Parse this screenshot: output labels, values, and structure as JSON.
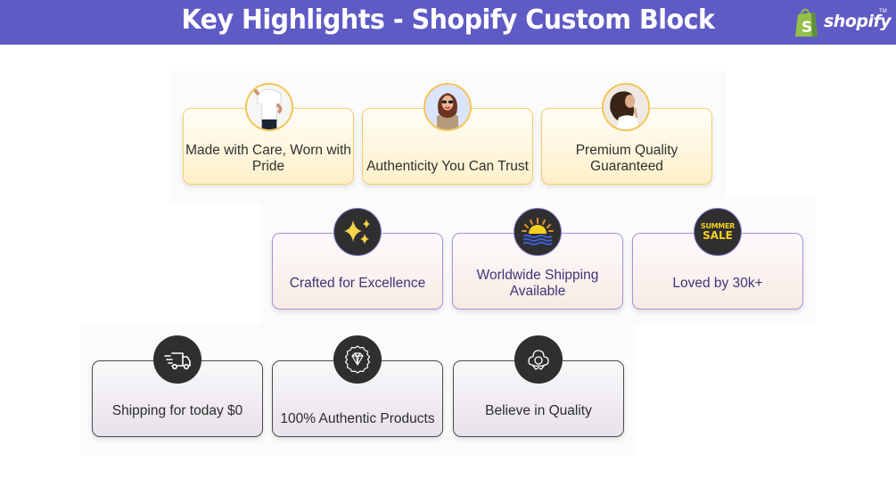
{
  "header": {
    "title": "Key Highlights - Shopify Custom Block",
    "background_color": "#5f5bc4",
    "logo": {
      "icon": "shopify-bag-icon",
      "wordmark": "shopify",
      "trademark": "TM"
    }
  },
  "sections": [
    {
      "style": "yellow",
      "accent_color": "#f5cf6a",
      "cards": [
        {
          "label": "Made with Care, Worn with Pride",
          "badge": "photo-woman-white-tshirt"
        },
        {
          "label": "Authenticity You Can Trust",
          "badge": "photo-woman-sunglasses"
        },
        {
          "label": "Premium Quality Guaranteed",
          "badge": "photo-woman-curly-hair"
        }
      ]
    },
    {
      "style": "purple",
      "accent_color": "#a593d8",
      "cards": [
        {
          "label": "Crafted for Excellence",
          "badge": "sparkles-icon"
        },
        {
          "label": "Worldwide Shipping Available",
          "badge": "sunrise-waves-icon"
        },
        {
          "label": "Loved by 30k+",
          "badge": "summer-sale-icon",
          "badge_text": [
            "SUMMER",
            "SALE"
          ]
        }
      ]
    },
    {
      "style": "gray",
      "accent_color": "#4a4a4a",
      "cards": [
        {
          "label": "Shipping for today $0",
          "badge": "delivery-truck-icon"
        },
        {
          "label": "100% Authentic Products",
          "badge": "diamond-seal-icon"
        },
        {
          "label": "Believe in Quality",
          "badge": "cotton-flower-icon"
        }
      ]
    }
  ]
}
